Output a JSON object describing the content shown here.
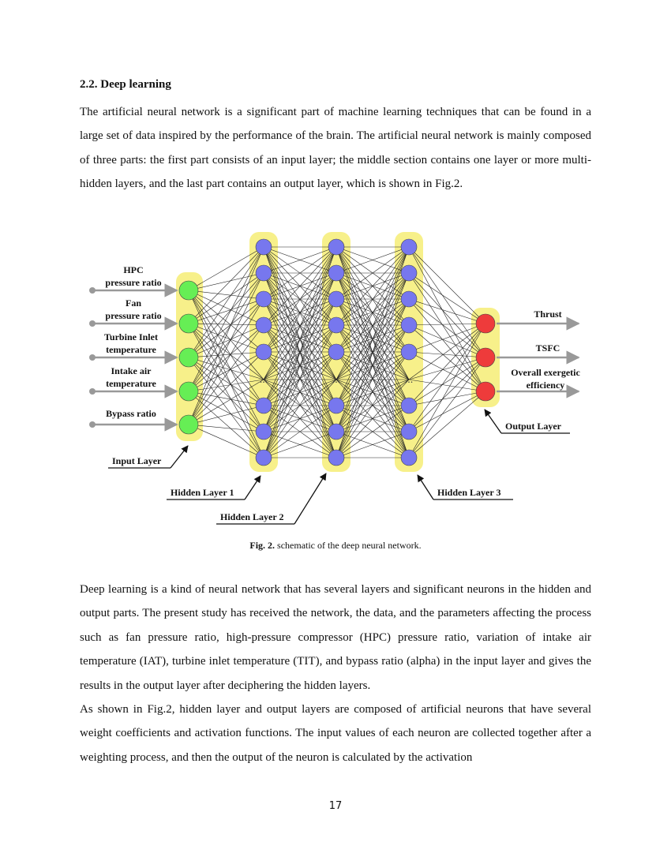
{
  "section": {
    "heading": "2.2. Deep learning",
    "paragraph1": "The artificial neural network is a significant part of machine learning techniques that can be found in a large set of data inspired by the performance of the brain. The artificial neural network is mainly composed of three parts: the first part consists of an input layer; the middle section contains one layer or more multi-hidden layers, and the last part contains an output layer, which is shown in Fig.2.",
    "paragraph2": "Deep learning is a kind of neural network that has several layers and significant neurons in the hidden and output parts. The present study has received the network, the data, and the parameters affecting the process such as fan pressure ratio, high-pressure compressor (HPC) pressure ratio, variation of intake air temperature (IAT), turbine inlet temperature (TIT), and bypass ratio (alpha) in the input layer and gives the results in the output layer after deciphering the hidden layers.",
    "paragraph3": "As shown in Fig.2, hidden layer and output layers are composed of artificial neurons that have several weight coefficients and activation functions. The input values of each neuron are collected together after a weighting process, and then the output of the neuron is calculated by the activation"
  },
  "figure": {
    "caption_label": "Fig. 2.",
    "caption_text": " schematic of the deep neural network.",
    "inputs": [
      {
        "line1": "HPC",
        "line2": "pressure ratio"
      },
      {
        "line1": "Fan",
        "line2": "pressure ratio"
      },
      {
        "line1": "Turbine Inlet",
        "line2": "temperature"
      },
      {
        "line1": "Intake air",
        "line2": "temperature"
      },
      {
        "line1": "Bypass ratio",
        "line2": ""
      }
    ],
    "outputs": [
      {
        "line1": "Thrust",
        "line2": ""
      },
      {
        "line1": "TSFC",
        "line2": ""
      },
      {
        "line1": "Overall exergetic",
        "line2": "efficiency"
      }
    ],
    "layer_labels": {
      "input": "Input Layer",
      "hidden1": "Hidden Layer 1",
      "hidden2": "Hidden Layer 2",
      "hidden3": "Hidden Layer 3",
      "output": "Output Layer"
    },
    "ellipsis": "...",
    "colors": {
      "input_node": "#66ee55",
      "hidden_node": "#7777ee",
      "output_node": "#ee3b3b",
      "layer_band": "#f7f08a",
      "connection": "#222222",
      "arrow": "#999999"
    }
  },
  "page_number": "17"
}
